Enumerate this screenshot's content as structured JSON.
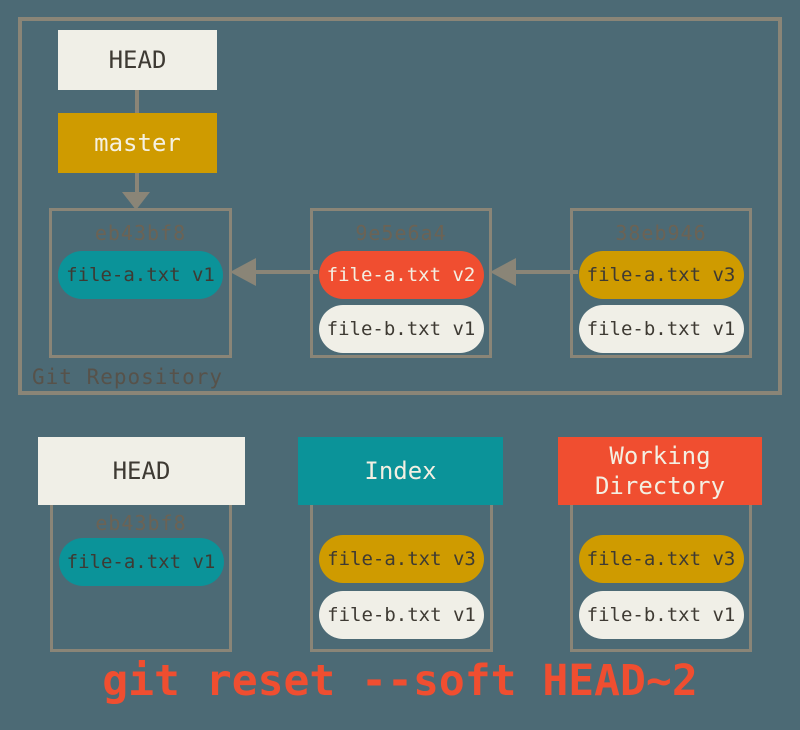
{
  "colors": {
    "background": "#4c6a75",
    "line_and_border": "#8a8577",
    "ivory": "#f0efe7",
    "teal": "#0b9399",
    "red_orange": "#f04e30",
    "gold": "#cf9b00",
    "dark_text": "#3e3a33",
    "hash_text": "#6b6355",
    "caption_text": "#f04e30"
  },
  "repo": {
    "label": "Git Repository",
    "head": "HEAD",
    "branch": "master",
    "commits": [
      {
        "hash": "eb43bf8",
        "files": [
          "file-a.txt v1"
        ]
      },
      {
        "hash": "9e5e6a4",
        "files": [
          "file-a.txt v2",
          "file-b.txt v1"
        ]
      },
      {
        "hash": "38eb946",
        "files": [
          "file-a.txt v3",
          "file-b.txt v1"
        ]
      }
    ]
  },
  "areas": {
    "head": {
      "title": "HEAD",
      "hash": "eb43bf8",
      "files": [
        "file-a.txt v1"
      ]
    },
    "index": {
      "title": "Index",
      "files": [
        "file-a.txt v3",
        "file-b.txt v1"
      ]
    },
    "working": {
      "title": "Working Directory",
      "files": [
        "file-a.txt v3",
        "file-b.txt v1"
      ]
    }
  },
  "caption": "git reset --soft HEAD~2"
}
